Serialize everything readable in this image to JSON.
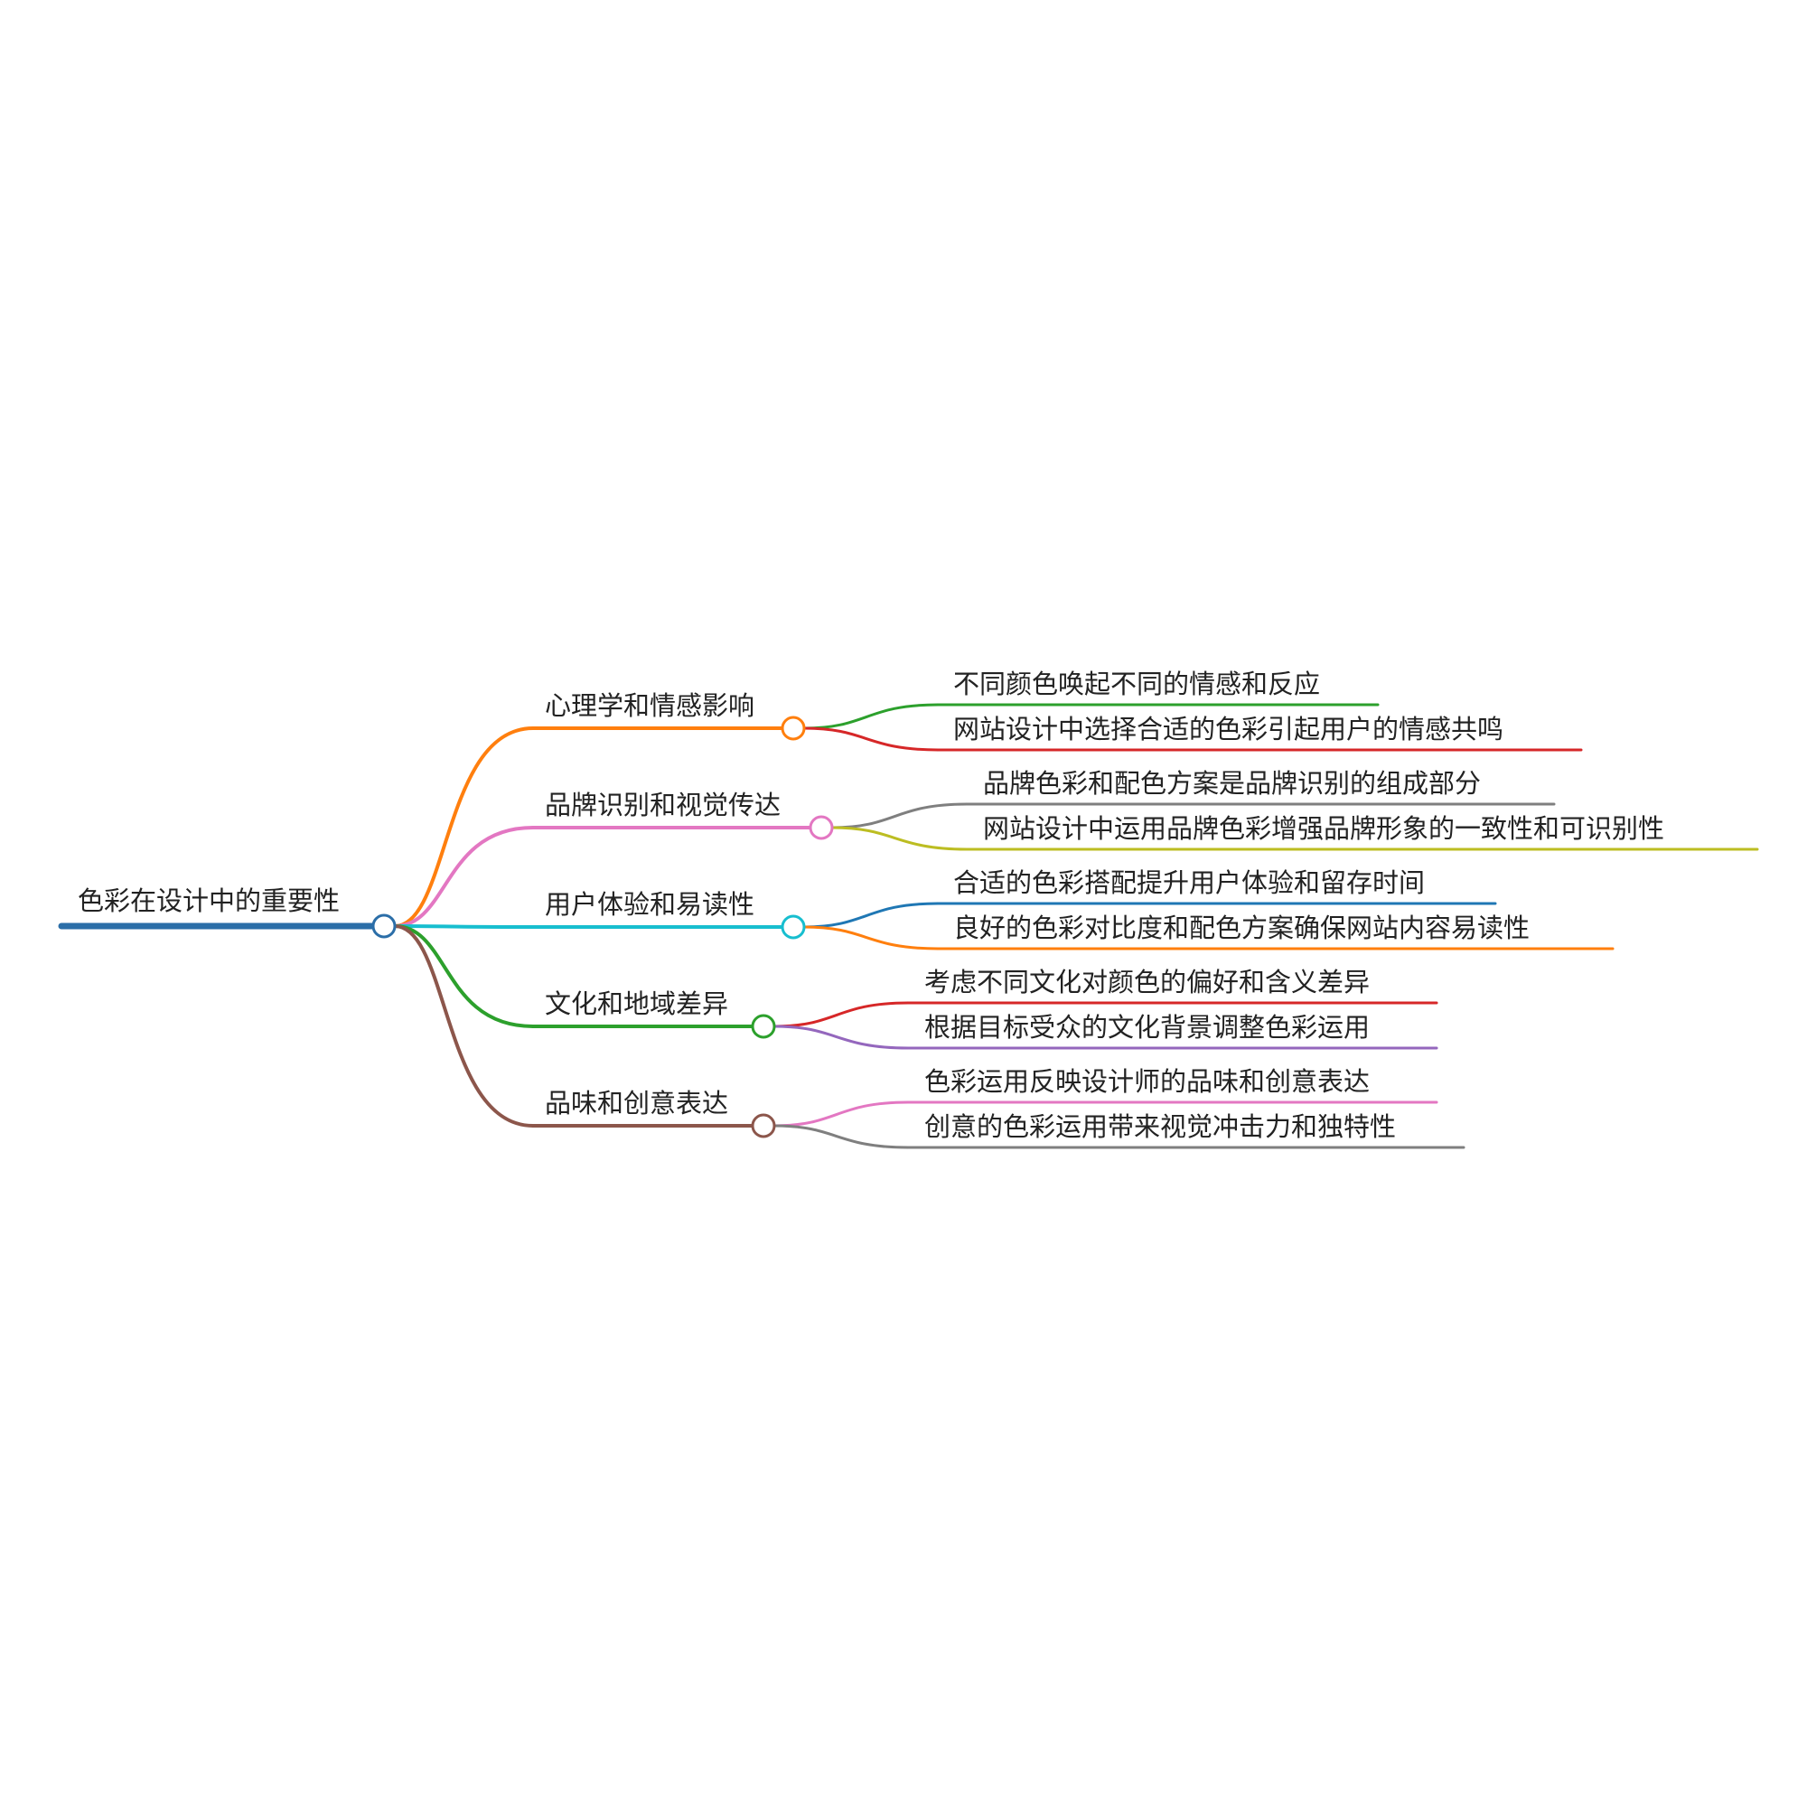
{
  "root": {
    "label": "色彩在设计中的重要性",
    "color": "#2b6ea8"
  },
  "branches": [
    {
      "label": "心理学和情感影响",
      "color": "#ff7f0e",
      "children": [
        {
          "label": "不同颜色唤起不同的情感和反应",
          "color": "#2ca02c"
        },
        {
          "label": "网站设计中选择合适的色彩引起用户的情感共鸣",
          "color": "#d62728"
        }
      ]
    },
    {
      "label": "品牌识别和视觉传达",
      "color": "#e377c2",
      "children": [
        {
          "label": "品牌色彩和配色方案是品牌识别的组成部分",
          "color": "#7f7f7f"
        },
        {
          "label": "网站设计中运用品牌色彩增强品牌形象的一致性和可识别性",
          "color": "#bcbd22"
        }
      ]
    },
    {
      "label": "用户体验和易读性",
      "color": "#17becf",
      "children": [
        {
          "label": "合适的色彩搭配提升用户体验和留存时间",
          "color": "#1f77b4"
        },
        {
          "label": "良好的色彩对比度和配色方案确保网站内容易读性",
          "color": "#ff7f0e"
        }
      ]
    },
    {
      "label": "文化和地域差异",
      "color": "#2ca02c",
      "children": [
        {
          "label": "考虑不同文化对颜色的偏好和含义差异",
          "color": "#d62728"
        },
        {
          "label": "根据目标受众的文化背景调整色彩运用",
          "color": "#9467bd"
        }
      ]
    },
    {
      "label": "品味和创意表达",
      "color": "#8c564b",
      "children": [
        {
          "label": "色彩运用反映设计师的品味和创意表达",
          "color": "#e377c2"
        },
        {
          "label": "创意的色彩运用带来视觉冲击力和独特性",
          "color": "#7f7f7f"
        }
      ]
    }
  ]
}
